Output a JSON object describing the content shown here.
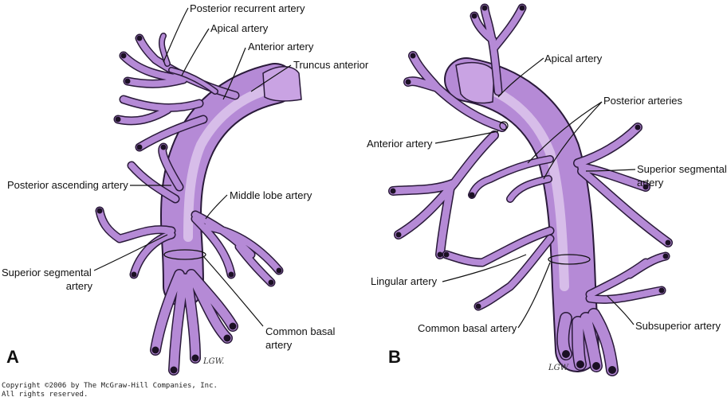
{
  "colors": {
    "vessel": "#b58ad6",
    "vessel_light": "#d7bde9",
    "outline": "#2a1a3a"
  },
  "panels": {
    "a": {
      "letter": "A",
      "signature": "LGW.",
      "labels": {
        "posterior_recurrent": "Posterior recurrent artery",
        "apical": "Apical artery",
        "anterior": "Anterior artery",
        "truncus": "Truncus anterior",
        "posterior_ascending": "Posterior ascending artery",
        "middle_lobe": "Middle lobe artery",
        "superior_segmental_1": "Superior segmental",
        "superior_segmental_2": "artery",
        "common_basal_1": "Common basal",
        "common_basal_2": "artery"
      }
    },
    "b": {
      "letter": "B",
      "signature": "LGW",
      "labels": {
        "apical": "Apical artery",
        "posterior_arteries": "Posterior arteries",
        "anterior": "Anterior artery",
        "superior_segmental_1": "Superior segmental",
        "superior_segmental_2": "artery",
        "lingular": "Lingular artery",
        "common_basal": "Common basal artery",
        "subsuperior": "Subsuperior artery"
      }
    }
  },
  "copyright": {
    "line1": "Copyright ©2006 by The McGraw-Hill Companies, Inc.",
    "line2": "All rights reserved."
  }
}
